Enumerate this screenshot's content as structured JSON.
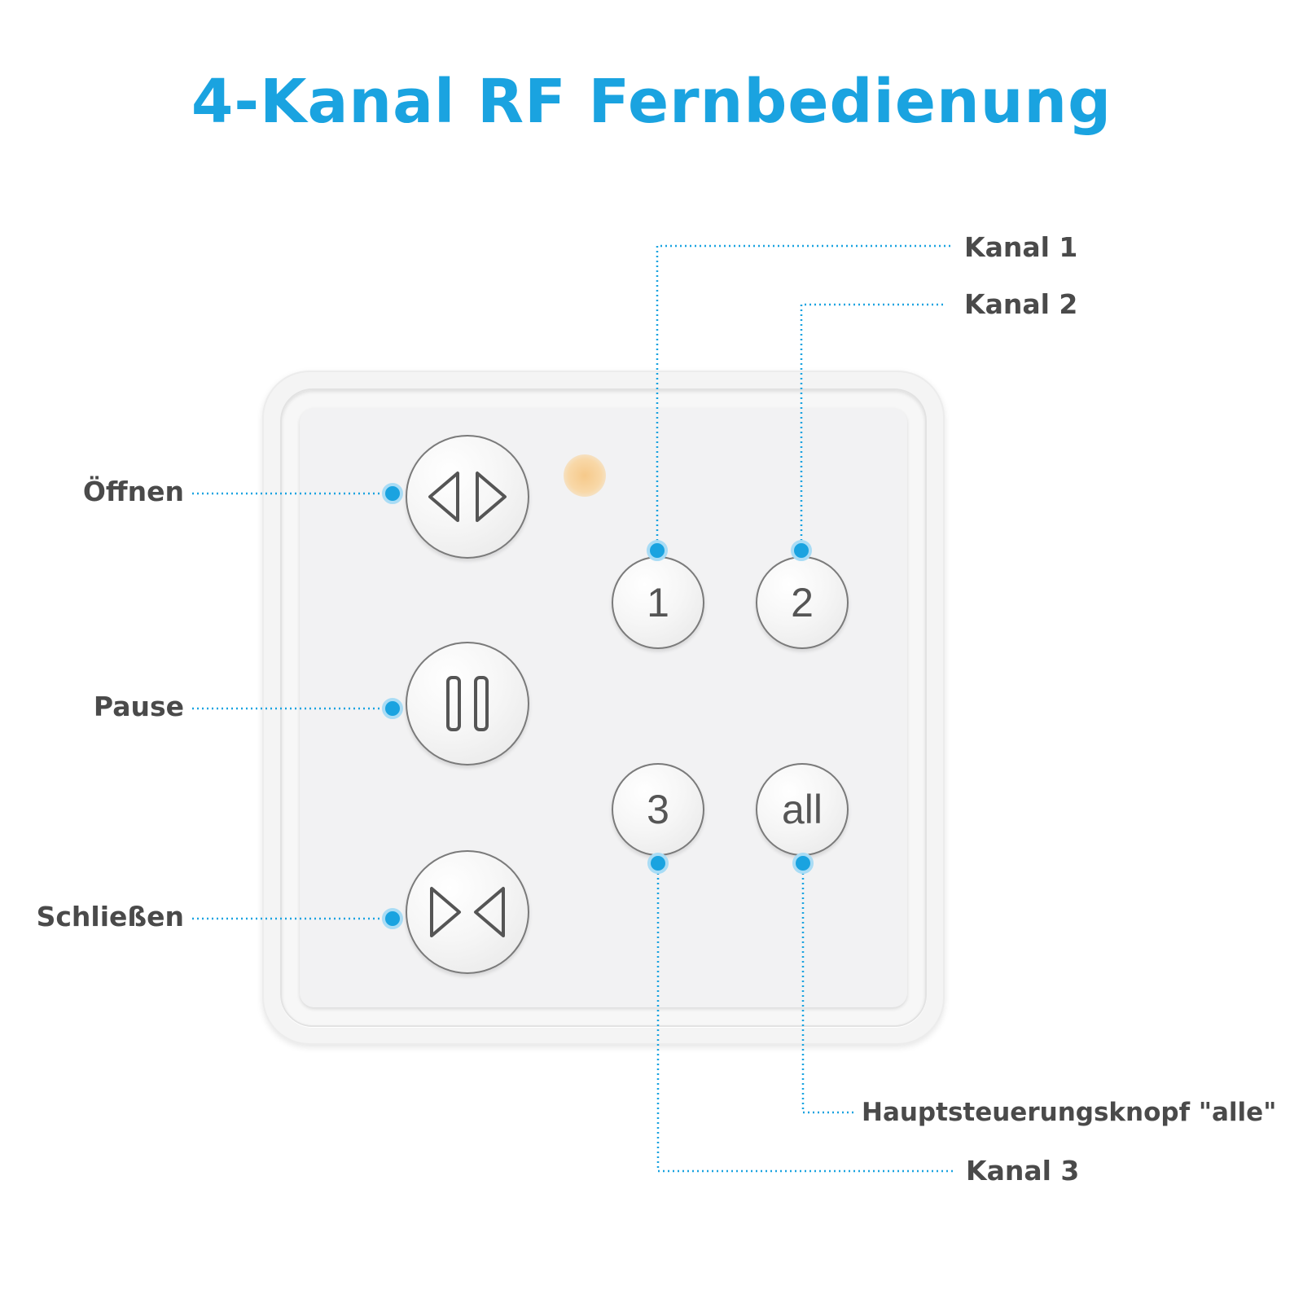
{
  "title": "4-Kanal RF Fernbedienung",
  "labels": {
    "open": "Öffnen",
    "pause": "Pause",
    "close": "Schließen",
    "channel1": "Kanal 1",
    "channel2": "Kanal 2",
    "channel3": "Kanal 3",
    "all": "Hauptsteuerungsknopf \"alle\""
  },
  "buttons": {
    "ch1": "1",
    "ch2": "2",
    "ch3": "3",
    "all": "all"
  },
  "colors": {
    "accent": "#1aa3e0",
    "label_text": "#4a4a4a",
    "led": "#f6c98a"
  }
}
